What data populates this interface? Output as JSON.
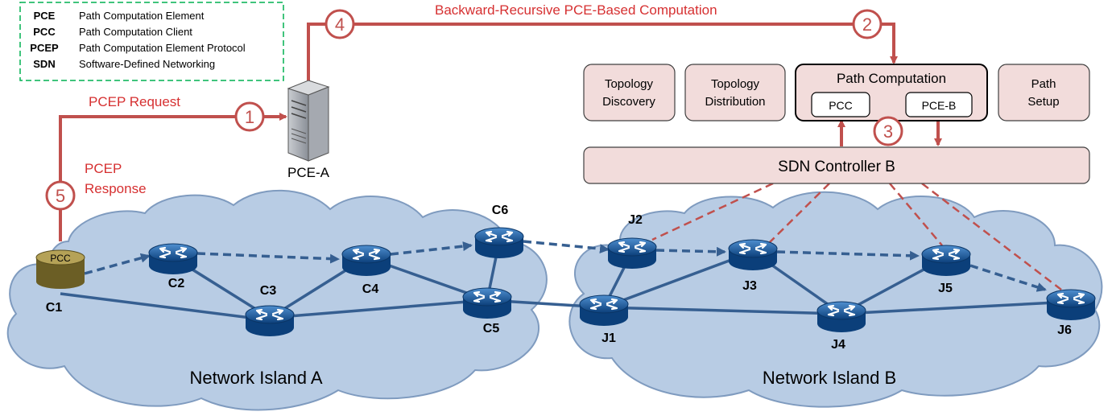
{
  "legend": {
    "items": [
      {
        "abbr": "PCE",
        "full": "Path Computation Element"
      },
      {
        "abbr": "PCC",
        "full": "Path Computation Client"
      },
      {
        "abbr": "PCEP",
        "full": "Path Computation Element Protocol"
      },
      {
        "abbr": "SDN",
        "full": "Software-Defined Networking"
      }
    ]
  },
  "top_label": "Backward-Recursive PCE-Based Computation",
  "pcep_request": "PCEP Request",
  "pcep_response_1": "PCEP",
  "pcep_response_2": "Response",
  "pce_a": "PCE-A",
  "steps": [
    "1",
    "2",
    "3",
    "4",
    "5"
  ],
  "controller": {
    "title": "SDN Controller B",
    "modules": {
      "topo_discovery_1": "Topology",
      "topo_discovery_2": "Discovery",
      "topo_distribution_1": "Topology",
      "topo_distribution_2": "Distribution",
      "path_computation": "Path Computation",
      "pcc": "PCC",
      "pce_b": "PCE-B",
      "path_setup_1": "Path",
      "path_setup_2": "Setup"
    }
  },
  "islands": {
    "a": "Network Island A",
    "b": "Network Island B"
  },
  "nodes": {
    "c1_device": "PCC",
    "C1": "C1",
    "C2": "C2",
    "C3": "C3",
    "C4": "C4",
    "C5": "C5",
    "C6": "C6",
    "J1": "J1",
    "J2": "J2",
    "J3": "J3",
    "J4": "J4",
    "J5": "J5",
    "J6": "J6"
  },
  "colors": {
    "accent_red": "#c0504d",
    "label_red": "#d63031",
    "cloud_fill": "#b8cce4",
    "cloud_stroke": "#7f9bbf",
    "module_fill": "#f2dcdb",
    "link_blue": "#365f91",
    "legend_border": "#00b050"
  }
}
